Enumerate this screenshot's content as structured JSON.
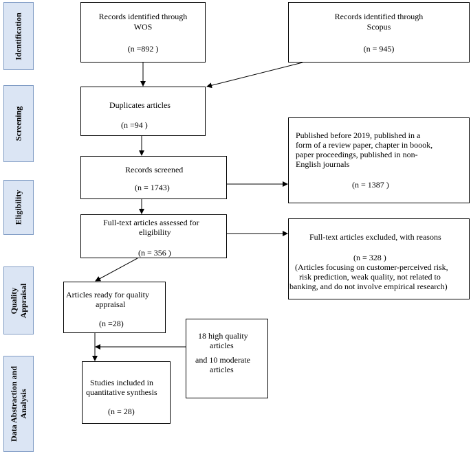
{
  "stages": {
    "identification": "Identification",
    "screening": "Screening",
    "eligibility": "Eligibility",
    "quality_line1": "Quality",
    "quality_line2": "Appraisal",
    "data_line1": "Data Abstraction and",
    "data_line2": "Analysis"
  },
  "boxes": {
    "wos": {
      "line1": "Records identified through",
      "line2": "WOS",
      "count": "(n =892 )"
    },
    "scopus": {
      "line1": "Records identified through",
      "line2": "Scopus",
      "count": "(n = 945)"
    },
    "duplicates": {
      "line1": "Duplicates articles",
      "count": "(n =94 )"
    },
    "screened": {
      "line1": "Records screened",
      "count": "(n = 1743)"
    },
    "excluded_screening": {
      "line1": "Published before 2019, published in a",
      "line2": "form of a review paper, chapter in boook,",
      "line3": "paper proceedings, published in non-",
      "line4": "English journals",
      "count": "(n = 1387 )"
    },
    "fulltext": {
      "line1": "Full-text articles assessed for",
      "line2": "eligibility",
      "count": "(n = 356 )"
    },
    "excluded_fulltext": {
      "line1": "Full-text articles excluded, with reasons",
      "count": "(n = 328 )",
      "line2": "(Articles focusing on customer-perceived risk,",
      "line3": "risk prediction, weak quality, not related to",
      "line4": "banking, and do not involve empirical research)"
    },
    "quality_ready": {
      "line1": "Articles ready for quality",
      "line2": "appraisal",
      "count": "(n =28)"
    },
    "quality_result": {
      "line1": "18 high quality",
      "line2": "articles",
      "line3": "and 10 moderate",
      "line4": "articles"
    },
    "included": {
      "line1": "Studies included in",
      "line2": "quantitative synthesis",
      "count": "(n = 28)"
    }
  }
}
